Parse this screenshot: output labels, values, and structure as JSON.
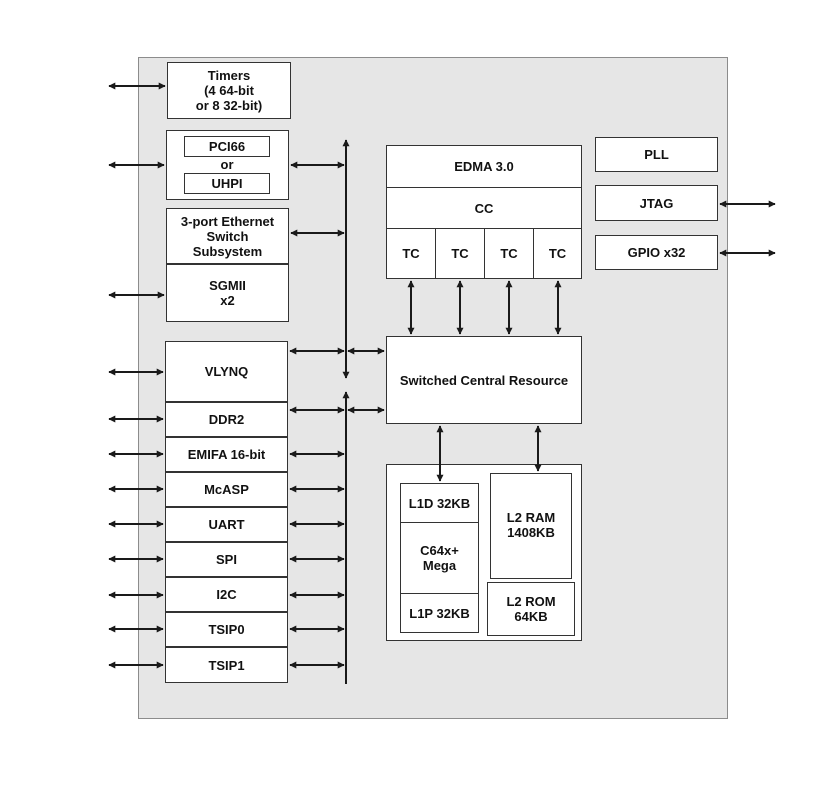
{
  "colors": {
    "chip_background": "#e6e6e6",
    "block_fill": "#ffffff",
    "line": "#1a1a1a"
  },
  "blocks": {
    "timers": "Timers\n(4 64-bit\nor 8 32-bit)",
    "pci66": "PCI66",
    "or": "or",
    "uhpi": "UHPI",
    "ethernet": "3-port Ethernet\nSwitch\nSubsystem",
    "sgmii": "SGMII\nx2",
    "vlynq": "VLYNQ",
    "ddr2": "DDR2",
    "emifa": "EMIFA 16-bit",
    "mcasp": "McASP",
    "uart": "UART",
    "spi": "SPI",
    "i2c": "I2C",
    "tsip0": "TSIP0",
    "tsip1": "TSIP1",
    "edma": "EDMA 3.0",
    "cc": "CC",
    "tc": [
      "TC",
      "TC",
      "TC",
      "TC"
    ],
    "pll": "PLL",
    "jtag": "JTAG",
    "gpio": "GPIO x32",
    "scr": "Switched Central Resource",
    "l1d": "L1D 32KB",
    "c64": "C64x+\nMega",
    "l1p": "L1P 32KB",
    "l2ram": "L2 RAM\n1408KB",
    "l2rom": "L2 ROM\n64KB"
  }
}
